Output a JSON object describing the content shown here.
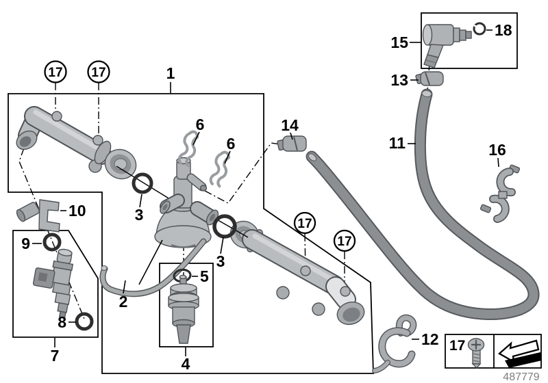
{
  "callouts": {
    "1": "1",
    "2": "2",
    "3a": "3",
    "3b": "3",
    "4": "4",
    "5": "5",
    "6a": "6",
    "6b": "6",
    "7": "7",
    "8": "8",
    "9": "9",
    "10": "10",
    "11": "11",
    "12": "12",
    "13": "13",
    "14": "14",
    "15": "15",
    "16": "16",
    "18": "18"
  },
  "fastener_callouts": {
    "a": "17",
    "b": "17",
    "c": "17",
    "d": "17"
  },
  "legend": {
    "fastener_ref": "17"
  },
  "footer": {
    "drawing_number": "487779"
  },
  "colors": {
    "background": "#ffffff",
    "line": "#000000",
    "part_fill": "#b9bcbe",
    "part_mid": "#a9acae",
    "part_dark": "#8e9294",
    "part_outline": "#4f5357",
    "hose": "#8b8f92",
    "oring": "#2e2e2e",
    "drawing_number_gray": "#7d7d7d"
  }
}
